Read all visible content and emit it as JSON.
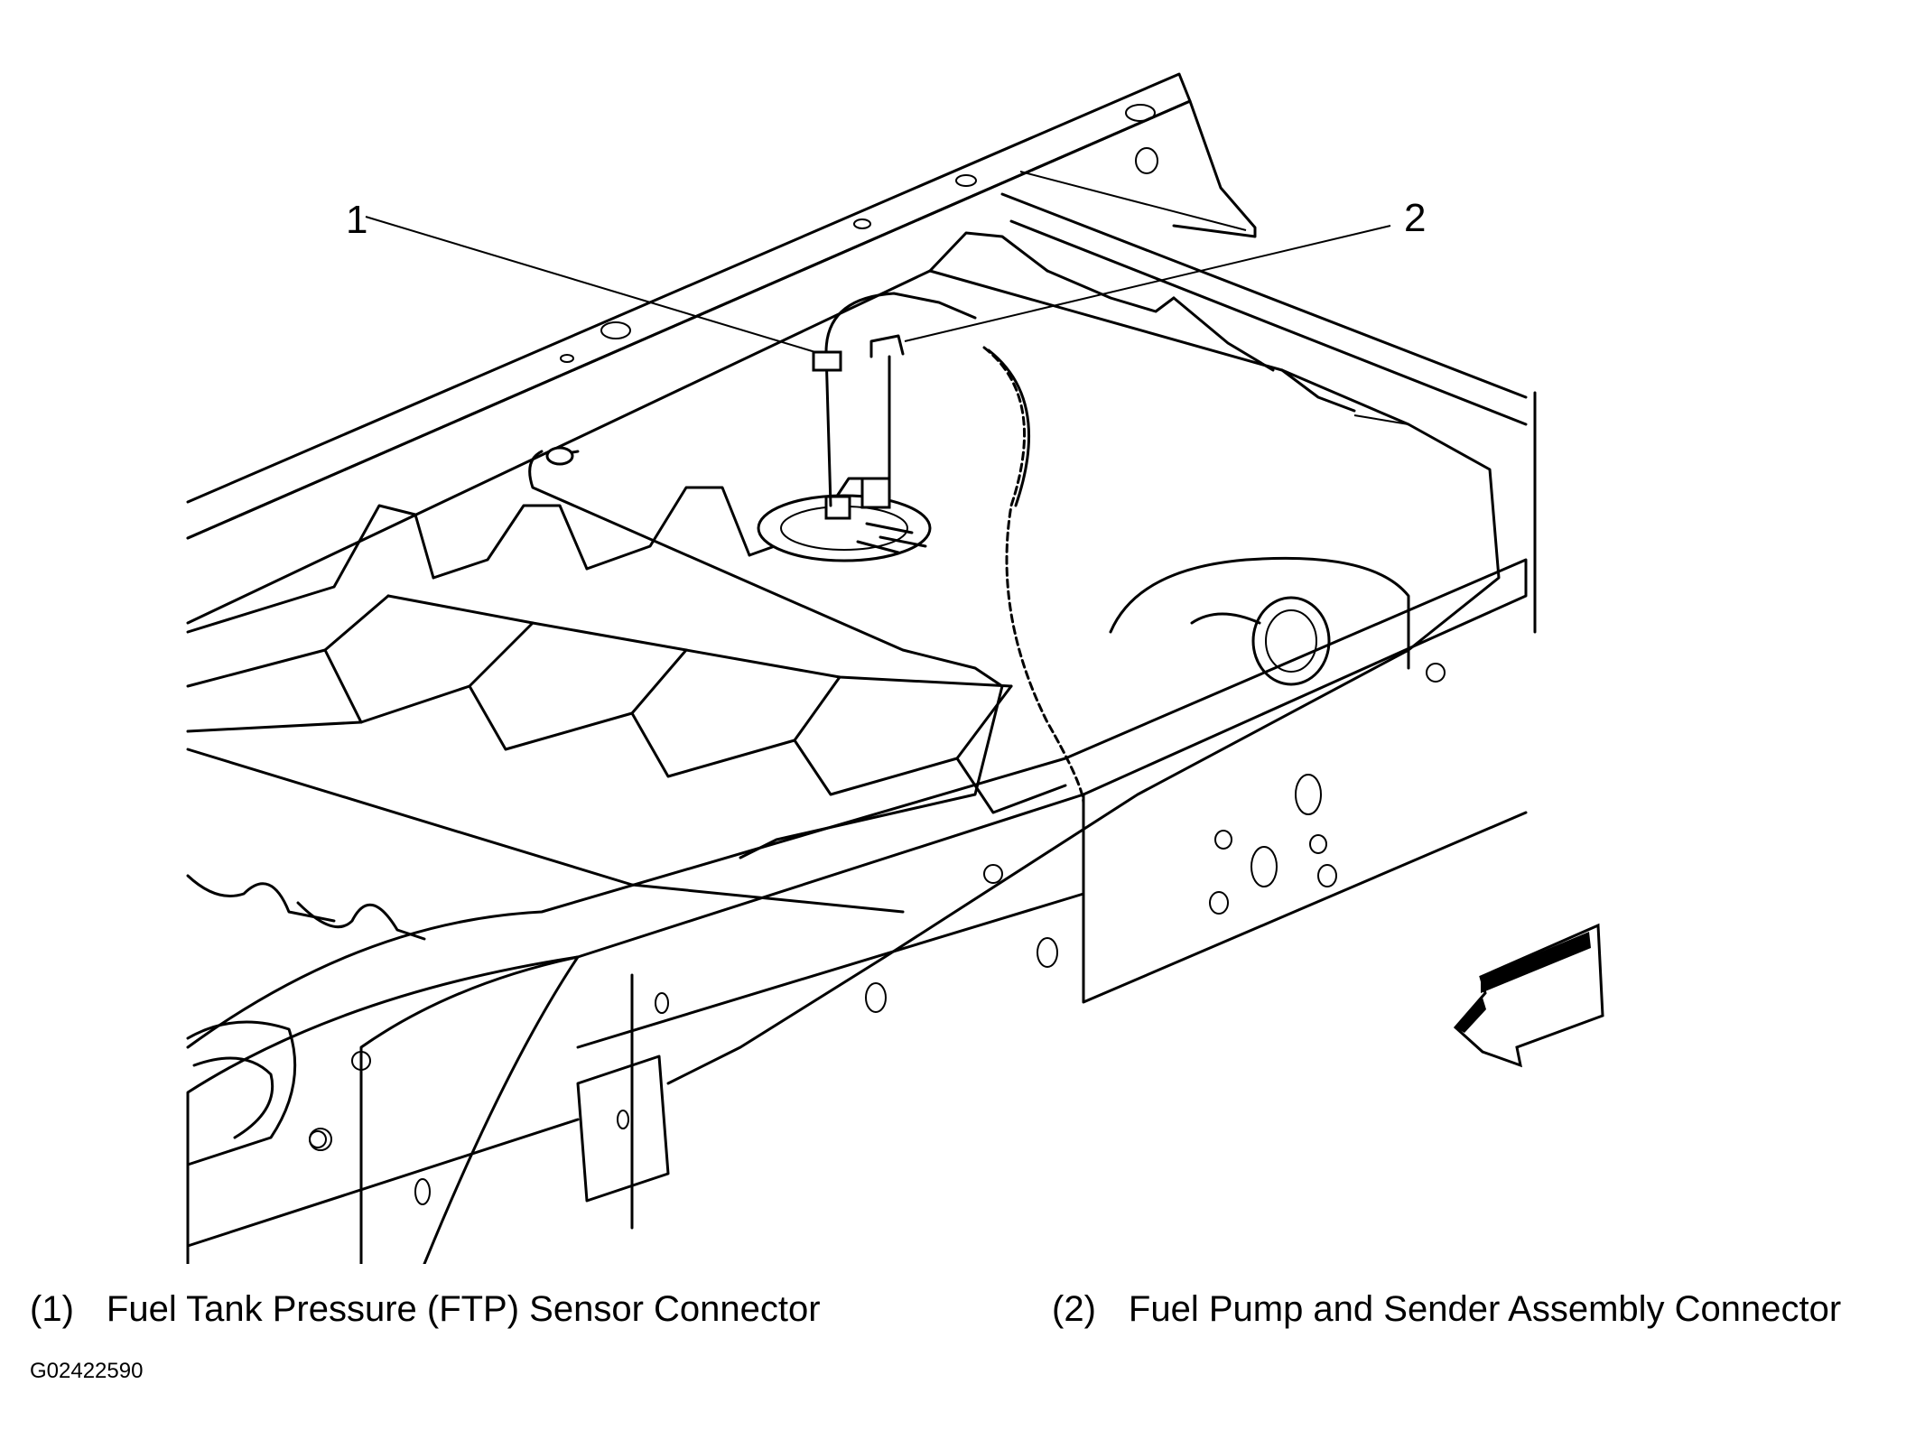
{
  "callouts": [
    {
      "number": "1",
      "description": "Fuel Tank Pressure (FTP) Sensor Connector"
    },
    {
      "number": "2",
      "description": "Fuel Pump and Sender Assembly Connector"
    }
  ],
  "legend": [
    {
      "number": "(1)",
      "text": "Fuel Tank Pressure (FTP) Sensor Connector"
    },
    {
      "number": "(2)",
      "text": "Fuel Pump and Sender Assembly Connector"
    }
  ],
  "figure_id": "G02422590",
  "icons": [
    "direction-arrow-icon"
  ]
}
